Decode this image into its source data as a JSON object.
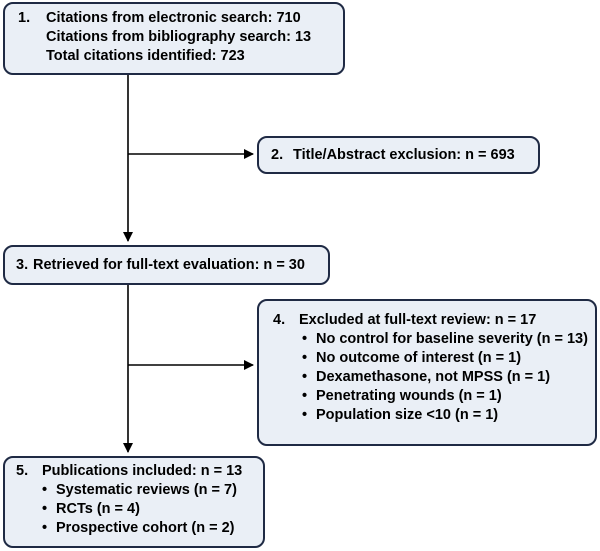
{
  "box1": {
    "number": "1.",
    "lines": [
      "Citations from electronic search:  710",
      "Citations from bibliography search: 13",
      "Total citations identified: 723"
    ]
  },
  "box2": {
    "number": "2.",
    "text": "Title/Abstract exclusion: n = 693"
  },
  "box3": {
    "number": "3.",
    "text": "Retrieved for full-text evaluation: n = 30"
  },
  "box4": {
    "number": "4.",
    "title": "Excluded at full-text review:  n = 17",
    "bullet": "•",
    "items": [
      "No control for baseline severity (n = 13)",
      "No outcome of interest (n = 1)",
      "Dexamethasone, not MPSS (n = 1)",
      "Penetrating wounds (n = 1)",
      "Population size <10 (n = 1)"
    ]
  },
  "box5": {
    "number": "5.",
    "title": "Publications included: n = 13",
    "bullet": "•",
    "items": [
      "Systematic reviews (n = 7)",
      "RCTs (n = 4)",
      "Prospective cohort (n = 2)"
    ]
  },
  "colors": {
    "box_fill": "#eaeff6",
    "box_border": "#1f2a44",
    "arrow": "#000000"
  }
}
